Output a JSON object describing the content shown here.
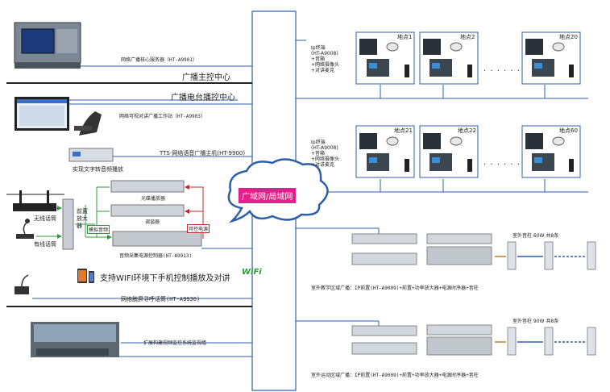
{
  "colors": {
    "line": "#2d5fa8",
    "green": "#2e9a3c",
    "red": "#c0282d",
    "cloud": "#e21f8a",
    "dark": "#222222",
    "panel": "#aab2bd",
    "cabinet": "#5a6470"
  },
  "left": {
    "server_label": "网络广播核心服务器（HT-A9901）",
    "main_center": "广播主控中心",
    "station_center": "广播电台播控中心",
    "workstation_label": "网络可视对讲广播工作站（HT-A9903）",
    "tts_label": "TTS-网络语音广播主机(HT-9900)",
    "tts_caption": "实现文字转音频播放",
    "wireless_mic": "无线话筒",
    "wired_mic": "有线话筒",
    "preamp": "前置放大器",
    "analog_audio": "模拟音频",
    "cd_player": "光碟播放器",
    "tuner": "调谐器",
    "controlled_power": "可控电源",
    "collector_label": "音频采集电源控制器(HT-A9913)",
    "wifi_text": "支持WIFI环境下手机控制播放及对讲",
    "wifi_logo": "WiFi",
    "paging_label": "网络触屏寻呼话筒(HT-A9930)",
    "video_label": "扩展构建视频监控系统监视墙"
  },
  "cloud_label": "广域网/局域网",
  "terminal_desc": [
    "Ip终端",
    "(HT-A9008)",
    "+音箱",
    "+网络摄像头",
    "+对讲麦克"
  ],
  "points_row1": [
    "地点1",
    "地点2",
    "地点20"
  ],
  "points_row2": [
    "地点21",
    "地点22",
    "地点60"
  ],
  "ellipsis": ". . . . . .",
  "zones": [
    {
      "speaker_label": "室外音柱 60W 共8条",
      "caption": "室外教学区域广播：IP前置(HT-A9009)+前置+功率放大器+电源时序器+音柱"
    },
    {
      "speaker_label": "室外音柱 90W 共8条",
      "caption": "室外运动区域广播：IP前置(HT-A9009)+前置+功率放大器+电源时序器+音柱"
    }
  ]
}
